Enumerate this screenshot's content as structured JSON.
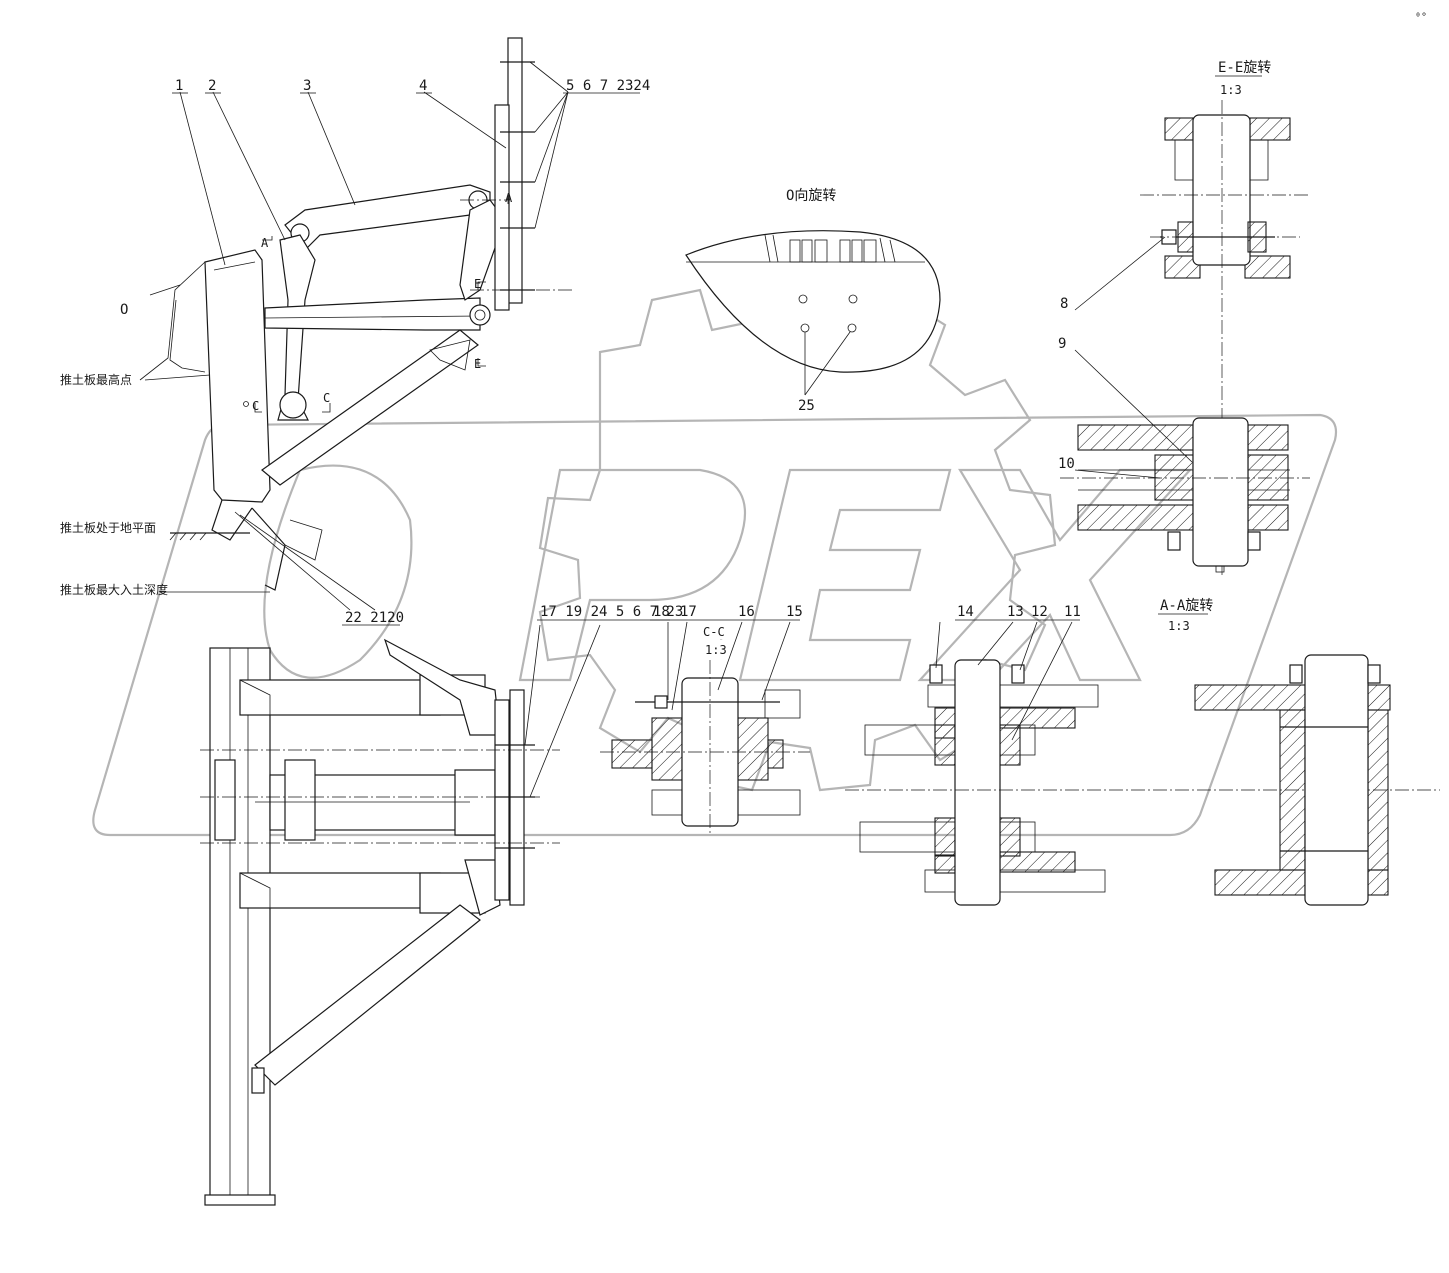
{
  "watermark": {
    "text": "OPEX"
  },
  "labels": {
    "item_1": "1",
    "item_2": "2",
    "item_3": "3",
    "item_4": "4",
    "items_5_6_7_23_24": "5 6 7 2324",
    "item_8": "8",
    "item_9": "9",
    "item_10": "10",
    "item_11": "11",
    "item_12": "12",
    "item_13": "13",
    "item_14": "14",
    "item_15": "15",
    "item_16": "16",
    "item_17": "17",
    "item_18": "18",
    "item_25": "25",
    "items_22_21_20": "22 2120",
    "items_17_19_24_5_6_7_23": "17 19 24 5 6 7 23",
    "mark_o": "O",
    "mark_a": "A",
    "mark_a2": "A",
    "mark_c_left": "C",
    "mark_c_right": "C",
    "mark_e_top": "E",
    "mark_e_bottom": "E"
  },
  "annotations": {
    "blade_highest": "推土板最高点",
    "blade_ground": "推土板处于地平面",
    "blade_depth": "推土板最大入土深度"
  },
  "views": {
    "o_view": "O向旋转",
    "e_view": "E-E旋转",
    "e_scale": "1:3",
    "a_view": "A-A旋转",
    "a_scale": "1:3",
    "c_view": "C-C",
    "c_scale": "1:3"
  },
  "corner_mark": "⁰°"
}
